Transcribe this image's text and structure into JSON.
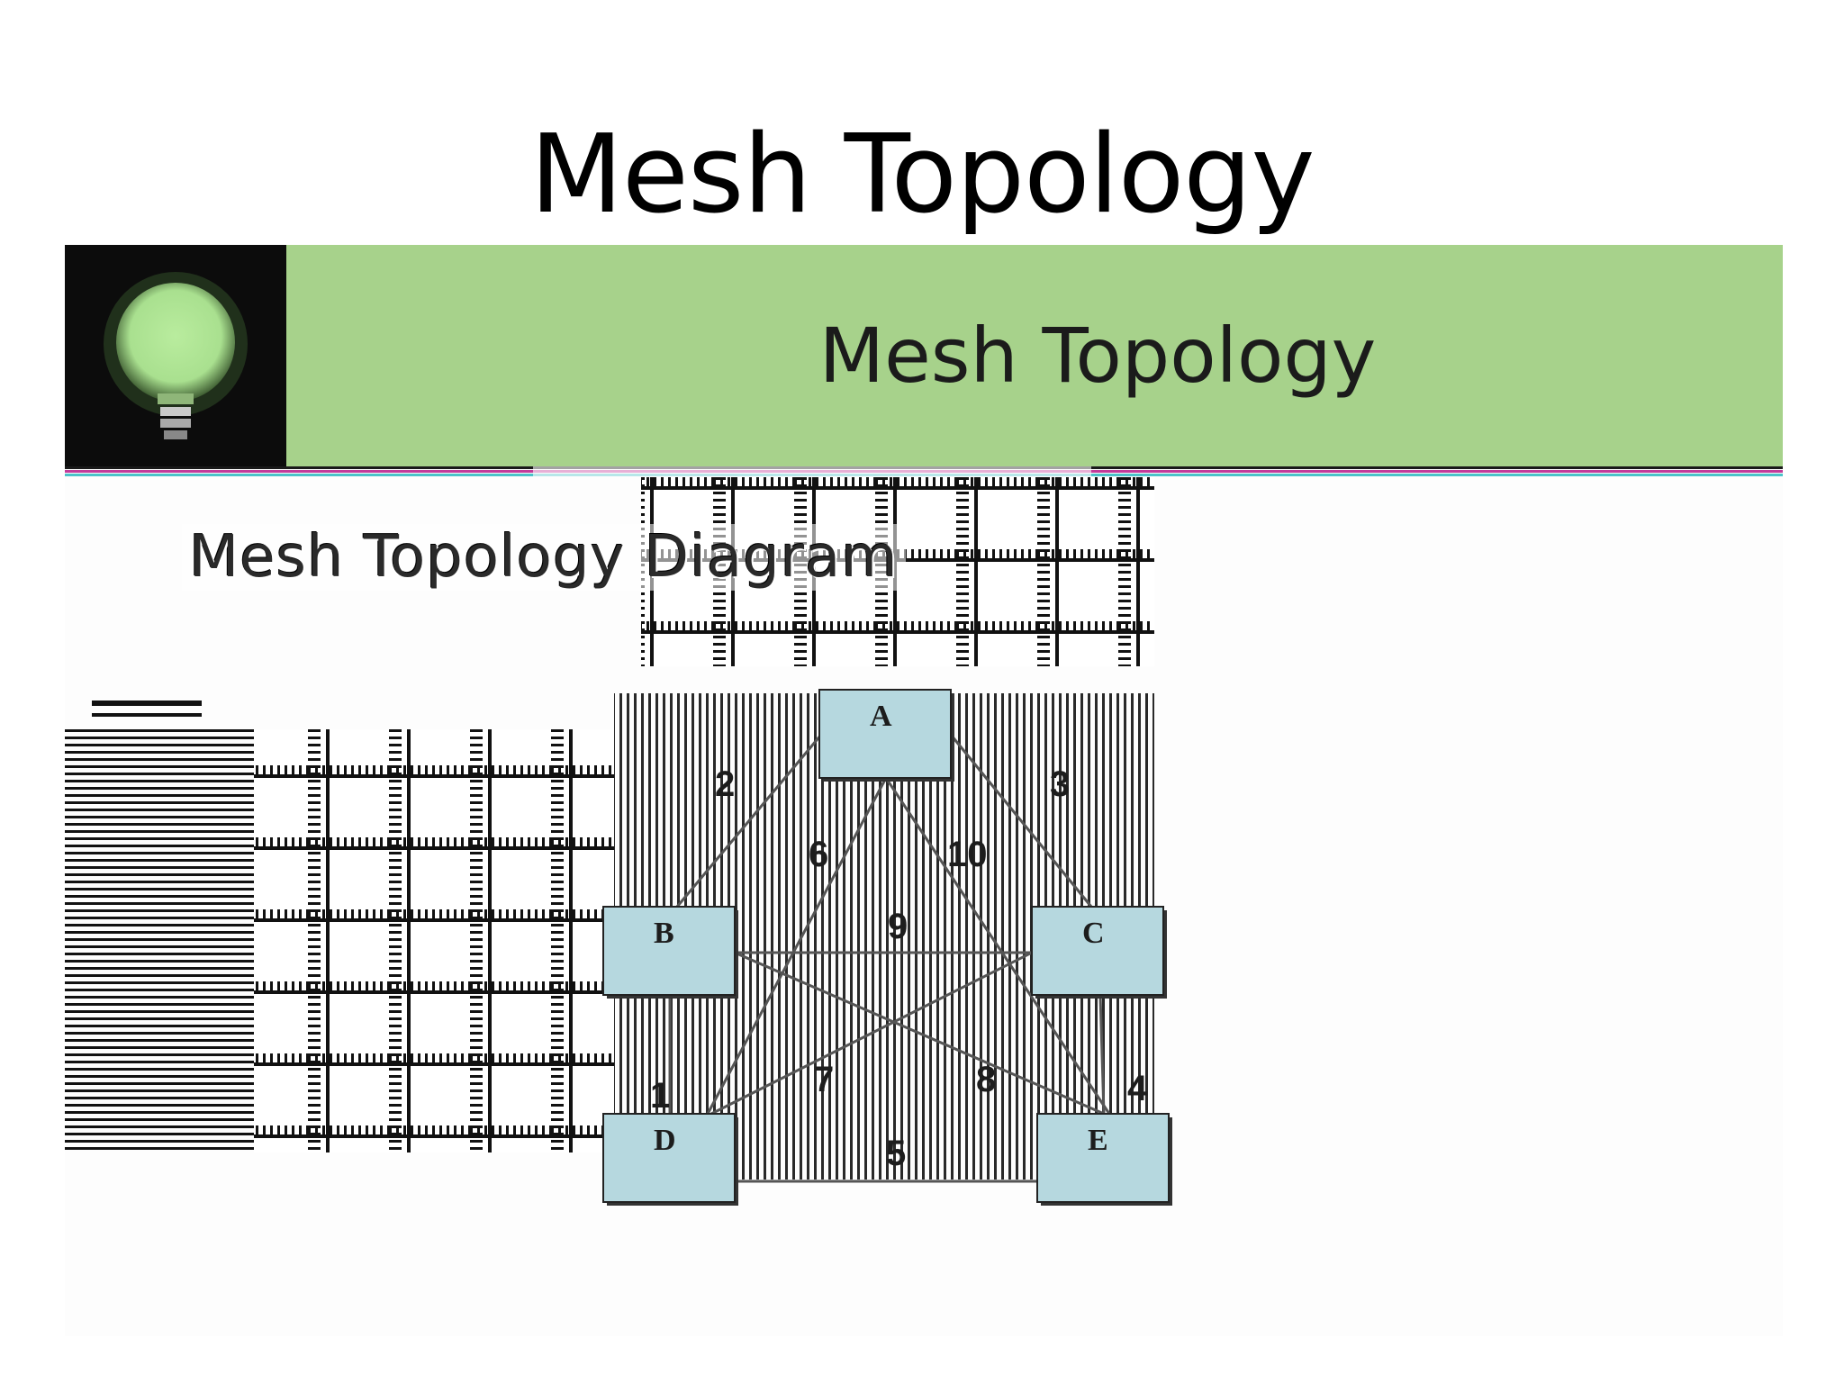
{
  "slide": {
    "title": "Mesh Topology"
  },
  "figure": {
    "banner_text": "Mesh Topology",
    "caption": "Mesh Topology Diagram",
    "colors": {
      "banner_green": "#a7d28b",
      "banner_dark": "#0c0c0c",
      "node_fill": "#b6d8df",
      "edge": "#555555",
      "bulb": "#a9e08f"
    },
    "icon": "lightbulb-icon"
  },
  "diagram": {
    "nodes": [
      {
        "id": "A",
        "label": "A"
      },
      {
        "id": "B",
        "label": "B"
      },
      {
        "id": "C",
        "label": "C"
      },
      {
        "id": "D",
        "label": "D"
      },
      {
        "id": "E",
        "label": "E"
      }
    ],
    "edges": [
      {
        "from": "B",
        "to": "D",
        "label": "1"
      },
      {
        "from": "A",
        "to": "B",
        "label": "2"
      },
      {
        "from": "A",
        "to": "C",
        "label": "3"
      },
      {
        "from": "C",
        "to": "E",
        "label": "4"
      },
      {
        "from": "D",
        "to": "E",
        "label": "5"
      },
      {
        "from": "A",
        "to": "D",
        "label": "6"
      },
      {
        "from": "C",
        "to": "D",
        "label": "7"
      },
      {
        "from": "B",
        "to": "E",
        "label": "8"
      },
      {
        "from": "B",
        "to": "C",
        "label": "9"
      },
      {
        "from": "A",
        "to": "E",
        "label": "10"
      }
    ]
  }
}
